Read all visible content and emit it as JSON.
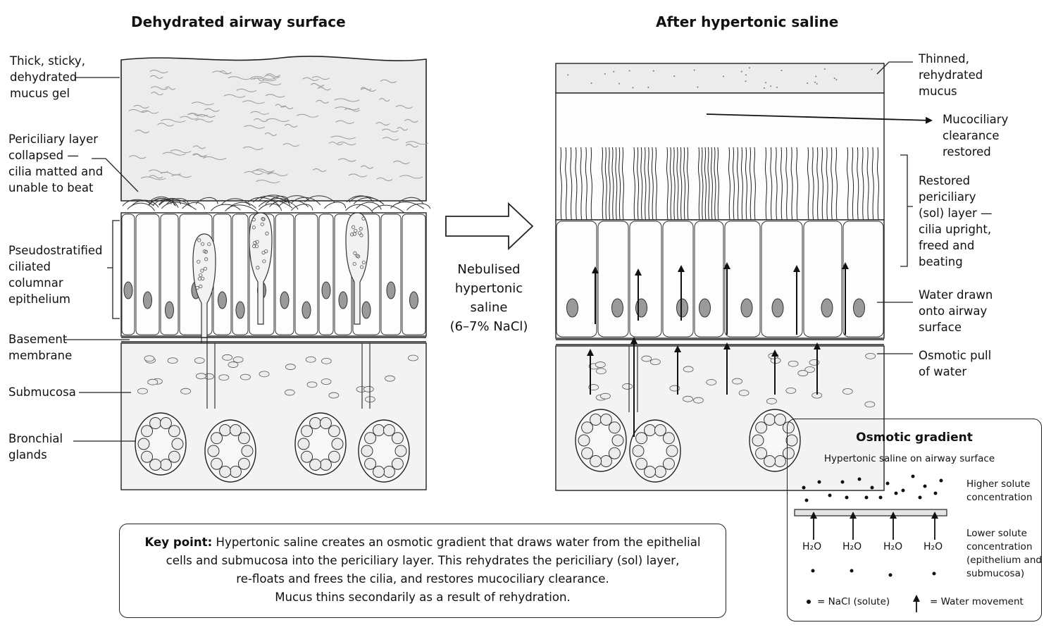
{
  "left_panel": {
    "title": "Dehydrated airway surface",
    "labels": {
      "mucus": [
        "Thick, sticky,",
        "dehydrated",
        "mucus gel"
      ],
      "periciliary": [
        "Periciliary layer",
        "collapsed —",
        "cilia matted and",
        "unable to beat"
      ],
      "epithelium": [
        "Pseudostratified",
        "ciliated",
        "columnar",
        "epithelium"
      ],
      "basement": [
        "Basement",
        "membrane"
      ],
      "submucosa": [
        "Submucosa"
      ],
      "glands": [
        "Bronchial",
        "glands"
      ]
    }
  },
  "center": {
    "arrow_text": [
      "Nebulised",
      "hypertonic",
      "saline",
      "(6–7% NaCl)"
    ]
  },
  "right_panel": {
    "title": "After hypertonic saline",
    "labels": {
      "mucus": [
        "Thinned,",
        "rehydrated",
        "mucus"
      ],
      "clearance": [
        "Mucociliary",
        "clearance",
        "restored"
      ],
      "periciliary": [
        "Restored",
        "periciliary",
        "(sol) layer —",
        "cilia upright,",
        "freed and",
        "beating"
      ],
      "water_drawn": [
        "Water drawn",
        "onto airway",
        "surface"
      ],
      "osmotic": [
        "Osmotic pull",
        "of water"
      ]
    }
  },
  "key_point": {
    "bold": "Key point:",
    "line1": "Hypertonic saline creates an osmotic gradient that draws water from the epithelial",
    "line2": "cells and submucosa into the periciliary layer. This rehydrates the periciliary (sol) layer,",
    "line3": "re-floats and frees the cilia, and restores mucociliary clearance.",
    "line4": "Mucus thins secondarily as a result of rehydration."
  },
  "legend": {
    "title": "Osmotic gradient",
    "subtitle": "Hypertonic saline on airway surface",
    "higher": [
      "Higher solute",
      "concentration"
    ],
    "lower": [
      "Lower solute",
      "concentration",
      "(epithelium and",
      "submucosa)"
    ],
    "h2o": "H₂O",
    "key_nacl": "= NaCl (solute)",
    "key_water": "= Water movement"
  }
}
